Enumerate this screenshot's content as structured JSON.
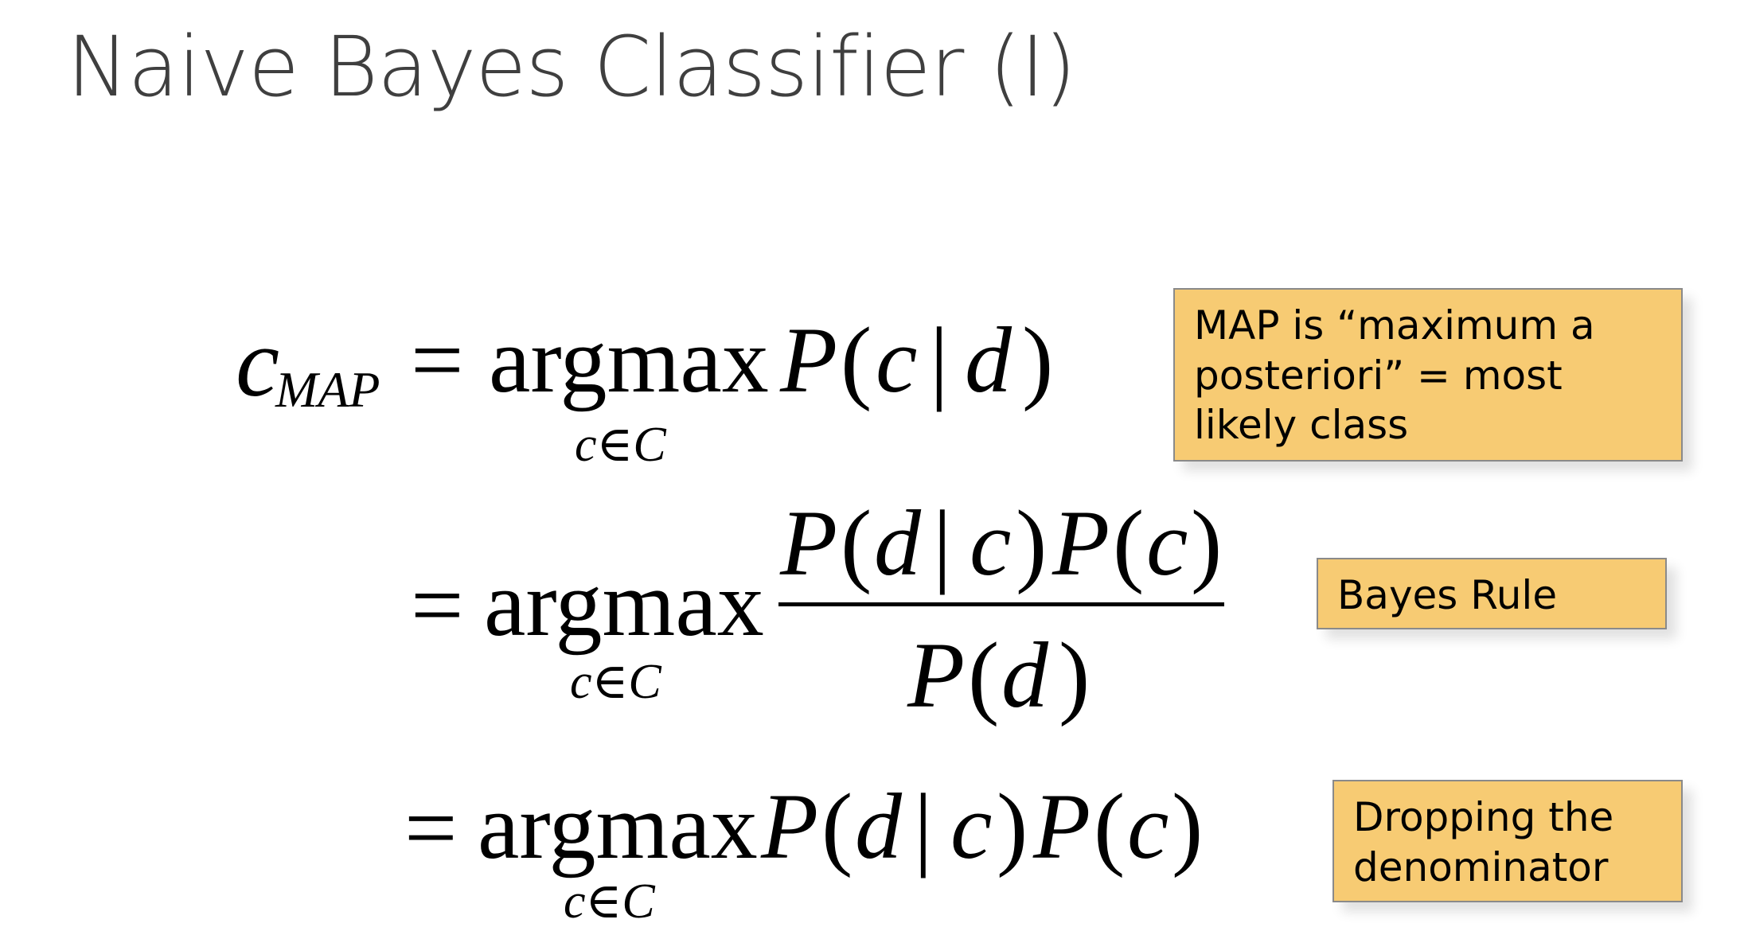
{
  "slide": {
    "title": "Naive Bayes Classifier (I)"
  },
  "equations": {
    "line1": {
      "lhs_var": "c",
      "lhs_sub": "MAP",
      "eq": "=",
      "op": "argmax",
      "op_sub": "c∈C",
      "expr_p": "P",
      "expr_open": "(",
      "expr_c": "c",
      "expr_bar": "|",
      "expr_d": "d",
      "expr_close": ")"
    },
    "line2": {
      "eq": "=",
      "op": "argmax",
      "op_sub": "c∈C",
      "numerator": {
        "p1": "P",
        "open1": "(",
        "d": "d",
        "bar": "|",
        "c1": "c",
        "close1": ")",
        "p2": "P",
        "open2": "(",
        "c2": "c",
        "close2": ")"
      },
      "denominator": {
        "p": "P",
        "open": "(",
        "d": "d",
        "close": ")"
      }
    },
    "line3": {
      "eq": "=",
      "op": "argmax",
      "op_sub": "c∈C",
      "p1": "P",
      "open1": "(",
      "d": "d",
      "bar": "|",
      "c1": "c",
      "close1": ")",
      "p2": "P",
      "open2": "(",
      "c2": "c",
      "close2": ")"
    }
  },
  "notes": {
    "map": {
      "line1": "MAP is “maximum a",
      "line2": "posteriori”  = most",
      "line3": "likely class"
    },
    "bayes": {
      "line1": "Bayes Rule"
    },
    "drop": {
      "line1": "Dropping the",
      "line2": "denominator"
    }
  },
  "colors": {
    "note_fill": "#f7cb73",
    "title_text": "#3f3f3f"
  }
}
